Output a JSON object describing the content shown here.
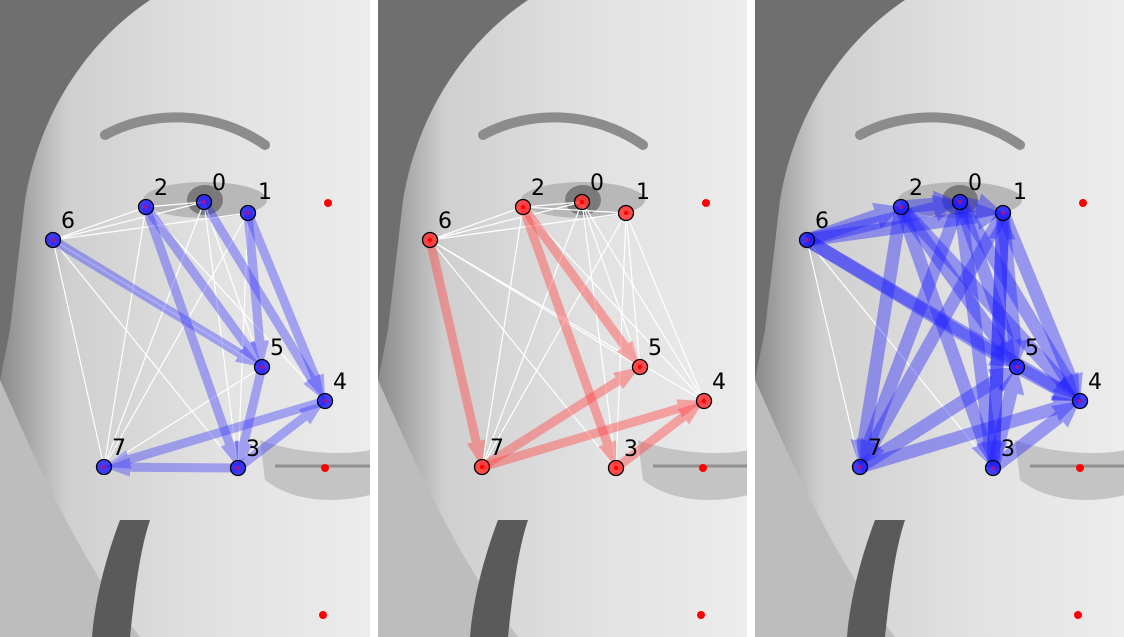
{
  "figure": {
    "background": "#ffffff",
    "photo": {
      "description_colors": {
        "skin": "#d9d9d9",
        "hair": "#6e6e6e",
        "shadow": "#a8a8a8"
      }
    },
    "nodes": [
      {
        "id": "0",
        "label": "0"
      },
      {
        "id": "1",
        "label": "1"
      },
      {
        "id": "2",
        "label": "2"
      },
      {
        "id": "3",
        "label": "3"
      },
      {
        "id": "4",
        "label": "4"
      },
      {
        "id": "5",
        "label": "5"
      },
      {
        "id": "6",
        "label": "6"
      },
      {
        "id": "7",
        "label": "7"
      }
    ],
    "panels": [
      {
        "name": "panel-left",
        "color": "#3a3aff",
        "colored_edges": [
          [
            6,
            5
          ],
          [
            2,
            3
          ],
          [
            2,
            5
          ],
          [
            1,
            5
          ],
          [
            1,
            4
          ],
          [
            0,
            4
          ],
          [
            4,
            7
          ],
          [
            3,
            7
          ],
          [
            5,
            3
          ],
          [
            3,
            4
          ]
        ],
        "white_edges": [
          [
            6,
            2
          ],
          [
            6,
            0
          ],
          [
            6,
            1
          ],
          [
            6,
            7
          ],
          [
            6,
            3
          ],
          [
            6,
            5
          ],
          [
            2,
            0
          ],
          [
            2,
            7
          ],
          [
            0,
            7
          ],
          [
            0,
            5
          ],
          [
            0,
            3
          ],
          [
            1,
            3
          ],
          [
            1,
            7
          ],
          [
            2,
            4
          ],
          [
            7,
            5
          ]
        ]
      },
      {
        "name": "panel-middle",
        "color": "#ff4a4a",
        "colored_edges": [
          [
            6,
            7
          ],
          [
            2,
            3
          ],
          [
            2,
            5
          ],
          [
            7,
            4
          ],
          [
            7,
            5
          ],
          [
            3,
            4
          ]
        ],
        "white_edges": [
          [
            6,
            2
          ],
          [
            6,
            0
          ],
          [
            6,
            1
          ],
          [
            6,
            5
          ],
          [
            6,
            4
          ],
          [
            6,
            3
          ],
          [
            2,
            0
          ],
          [
            2,
            7
          ],
          [
            0,
            7
          ],
          [
            0,
            5
          ],
          [
            0,
            3
          ],
          [
            0,
            4
          ],
          [
            1,
            7
          ],
          [
            1,
            3
          ],
          [
            1,
            4
          ],
          [
            1,
            5
          ],
          [
            2,
            1
          ],
          [
            2,
            4
          ]
        ]
      },
      {
        "name": "panel-right",
        "color": "#2020ff",
        "colored_edges": [
          [
            6,
            2
          ],
          [
            6,
            0
          ],
          [
            6,
            1
          ],
          [
            6,
            5
          ],
          [
            6,
            4
          ],
          [
            2,
            0
          ],
          [
            0,
            1
          ],
          [
            2,
            3
          ],
          [
            2,
            5
          ],
          [
            2,
            4
          ],
          [
            0,
            3
          ],
          [
            0,
            5
          ],
          [
            0,
            4
          ],
          [
            0,
            7
          ],
          [
            1,
            3
          ],
          [
            1,
            5
          ],
          [
            1,
            4
          ],
          [
            1,
            7
          ],
          [
            2,
            7
          ],
          [
            7,
            5
          ],
          [
            7,
            4
          ],
          [
            3,
            4
          ],
          [
            3,
            5
          ],
          [
            5,
            4
          ],
          [
            3,
            1
          ]
        ],
        "white_edges": [
          [
            6,
            7
          ],
          [
            6,
            3
          ]
        ]
      }
    ]
  }
}
